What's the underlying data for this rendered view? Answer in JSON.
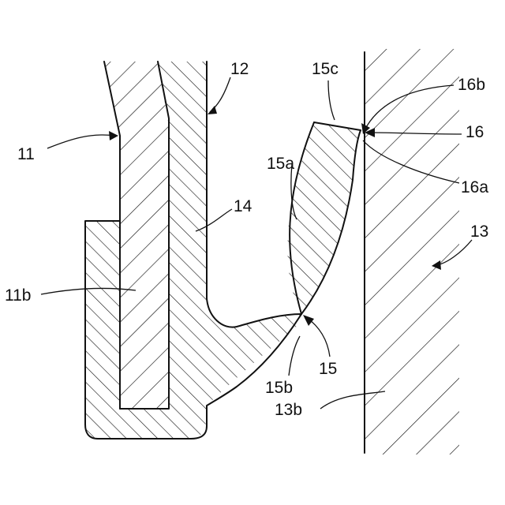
{
  "labels": {
    "l11": "11",
    "l11b": "11b",
    "l12": "12",
    "l13": "13",
    "l13b": "13b",
    "l14": "14",
    "l15": "15",
    "l15a": "15a",
    "l15b": "15b",
    "l15c": "15c",
    "l16": "16",
    "l16a": "16a",
    "l16b": "16b"
  }
}
